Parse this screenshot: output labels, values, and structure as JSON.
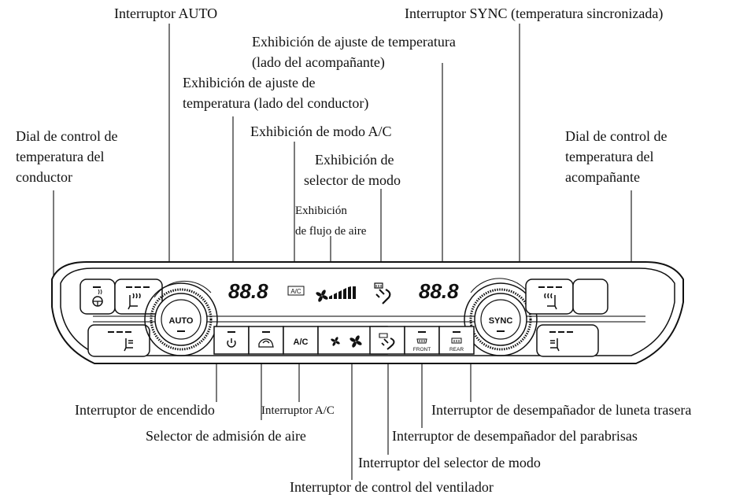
{
  "labels": {
    "auto_switch": "Interruptor AUTO",
    "sync_switch": "Interruptor SYNC (temperatura sincronizada)",
    "temp_display_passenger_1": "Exhibición de ajuste de temperatura",
    "temp_display_passenger_2": "(lado del acompañante)",
    "temp_display_driver_1": "Exhibición de ajuste de",
    "temp_display_driver_2": "temperatura (lado del conductor)",
    "driver_dial_1": "Dial de control de",
    "driver_dial_2": "temperatura del",
    "driver_dial_3": "conductor",
    "ac_mode_display": "Exhibición de modo A/C",
    "mode_selector_display_1": "Exhibición de",
    "mode_selector_display_2": "selector de modo",
    "passenger_dial_1": "Dial de control de",
    "passenger_dial_2": "temperatura del",
    "passenger_dial_3": "acompañante",
    "airflow_display_1": "Exhibición",
    "airflow_display_2": "de flujo de aire",
    "power_switch": "Interruptor de encendido",
    "ac_switch": "Interruptor A/C",
    "rear_defroster": "Interruptor de desempañador de luneta trasera",
    "intake_selector": "Selector de admisión de aire",
    "windshield_defroster": "Interruptor de desempañador del parabrisas",
    "mode_selector_switch": "Interruptor del selector de modo",
    "fan_control_switch": "Interruptor de control del ventilador"
  },
  "panel": {
    "auto_label": "AUTO",
    "sync_label": "SYNC",
    "driver_temp": "88.8",
    "passenger_temp": "88.8",
    "ac_indicator": "A/C",
    "ac_button": "A/C",
    "front_label": "FRONT",
    "rear_label": "REAR"
  },
  "icons": [
    "power-icon",
    "air-intake-icon",
    "fan-low-icon",
    "fan-high-icon",
    "mode-icon",
    "front-defrost-icon",
    "rear-defrost-icon",
    "seat-heat-icon",
    "steering-heat-icon",
    "seat-vent-icon",
    "airflow-bar-icon"
  ]
}
